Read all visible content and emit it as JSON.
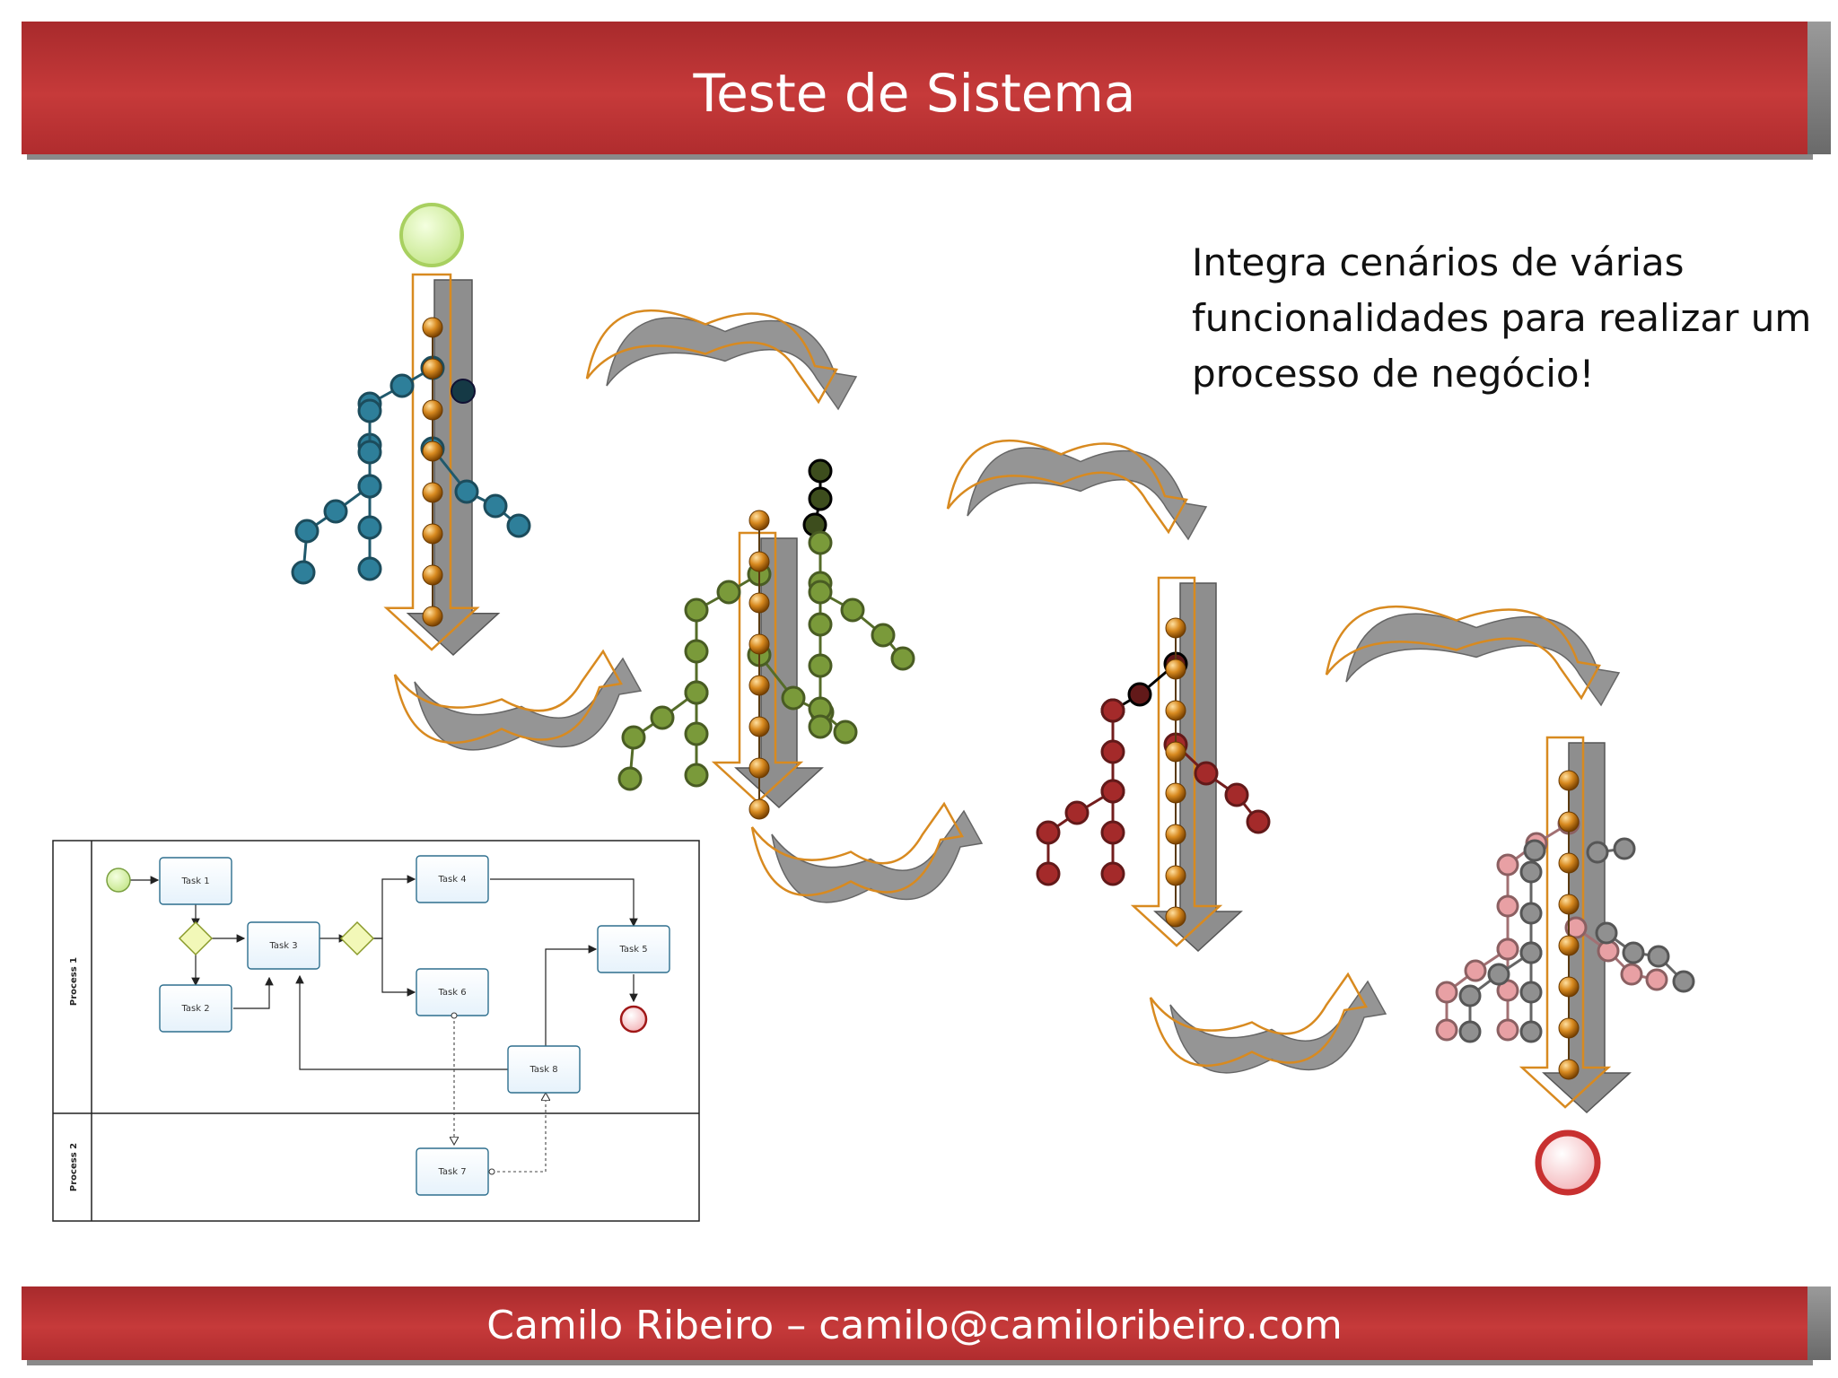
{
  "header": {
    "title": "Teste de Sistema"
  },
  "description": "Integra cenários de várias funcionalidades para realizar um processo de negócio!",
  "footer": {
    "text": "Camilo Ribeiro – camilo@camiloribeiro.com"
  },
  "colors": {
    "banner": "#c0393a",
    "stage1": "#2e7f9a",
    "stage2": "#7a9a3a",
    "stage3": "#a42a2a",
    "stage4": "#e8a0a4",
    "stage4_alt": "#909090",
    "spine": "#d88a20",
    "start_event": "#d9f2a8",
    "end_event": "#c83030"
  },
  "bpmn": {
    "lanes": [
      "Process 1",
      "Process 2"
    ],
    "tasks": [
      "Task 1",
      "Task 2",
      "Task 3",
      "Task 4",
      "Task 5",
      "Task 6",
      "Task 7",
      "Task 8"
    ]
  }
}
